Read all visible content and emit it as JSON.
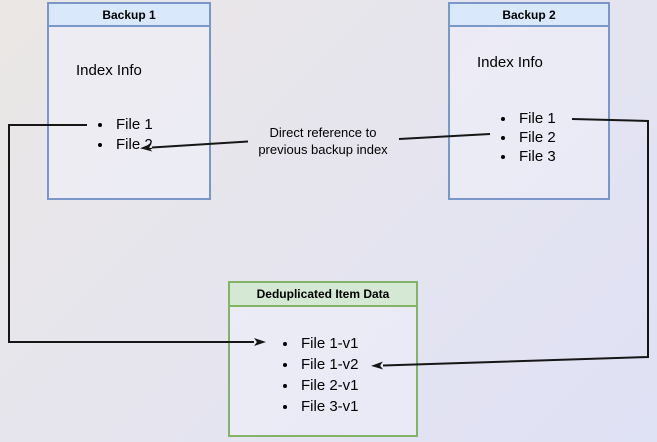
{
  "colors": {
    "background_from": "#eae7e4",
    "background_to": "#dfe1f5",
    "blue_node_fill": "#dae8fc",
    "blue_node_border": "#7b96c9",
    "green_node_fill": "#d5e8d4",
    "green_node_border": "#82b366",
    "connector_line": "#161616"
  },
  "backup1": {
    "title": "Backup 1",
    "subtitle": "Index Info",
    "items": [
      "File 1",
      "File 2"
    ]
  },
  "backup2": {
    "title": "Backup 2",
    "subtitle": "Index Info",
    "items": [
      "File 1",
      "File 2",
      "File 3"
    ]
  },
  "dedup": {
    "title": "Deduplicated Item Data",
    "items": [
      "File 1-v1",
      "File 1-v2",
      "File 2-v1",
      "File 3-v1"
    ]
  },
  "labels": {
    "direct_reference_line1": "Direct reference to",
    "direct_reference_line2": "previous backup index"
  },
  "edges": [
    {
      "from": "backup1 File 1",
      "to": "dedup File 1-v1",
      "label": ""
    },
    {
      "from": "backup2 File 2",
      "to": "backup1 File 2",
      "label": "Direct reference to previous backup index"
    },
    {
      "from": "backup2 File 1",
      "to": "dedup File 1-v2",
      "label": ""
    }
  ]
}
